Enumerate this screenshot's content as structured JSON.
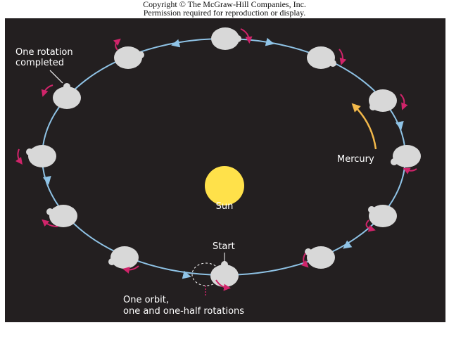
{
  "header": {
    "line1": "Copyright © The McGraw-Hill Companies, Inc.",
    "line2": "Permission required for reproduction or display."
  },
  "labels": {
    "one_rotation_line1": "One rotation",
    "one_rotation_line2": "completed",
    "mercury": "Mercury",
    "sun": "Sun",
    "start": "Start",
    "orbit_line1": "One orbit,",
    "orbit_line2": "one and one-half rotations"
  },
  "colors": {
    "panel_background": "#231f20",
    "orbit": "#8fc3e6",
    "planet": "#d8d8d8",
    "rotation_arrow": "#d0246a",
    "sun": "#ffe14a",
    "mercury_arrow": "#f2b84a",
    "text": "#ffffff"
  }
}
